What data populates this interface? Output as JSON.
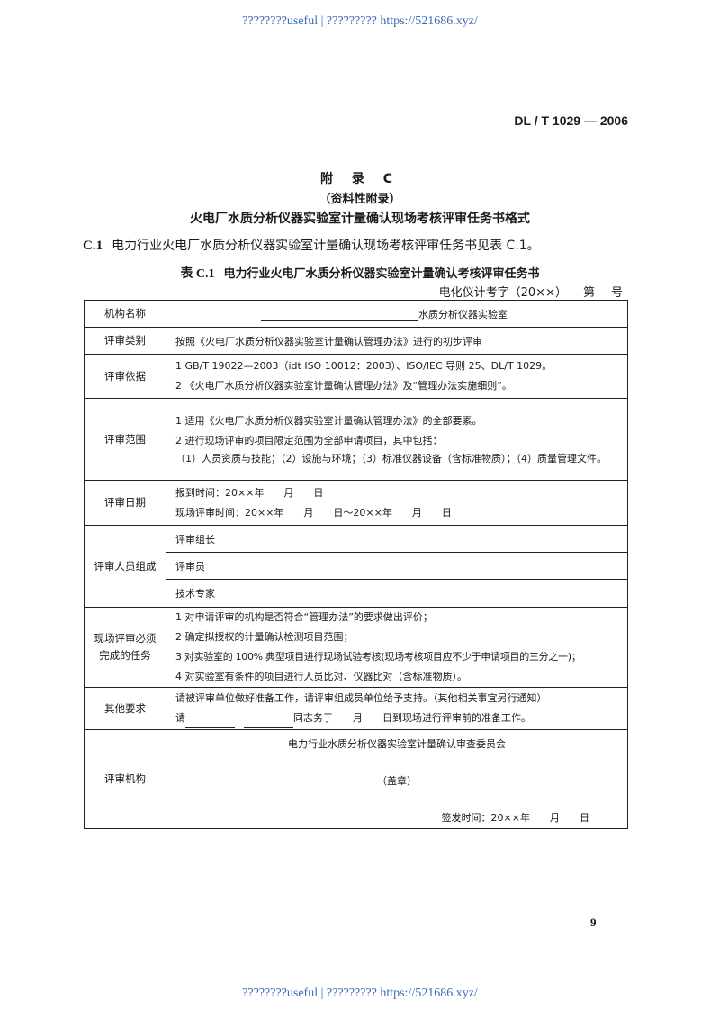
{
  "watermark": {
    "top": "????????useful | ????????? https://521686.xyz/",
    "bottom": "????????useful | ????????? https://521686.xyz/"
  },
  "header": {
    "standard_code": "DL / T 1029 — 2006"
  },
  "appendix": {
    "title": "附 录 C",
    "subtitle": "（资料性附录）",
    "heading": "火电厂水质分析仪器实验室计量确认现场考核评审任务书格式"
  },
  "clause": {
    "number": "C.1",
    "text": "电力行业火电厂水质分析仪器实验室计量确认现场考核评审任务书见表 C.1。"
  },
  "table_caption": {
    "number": "表 C.1",
    "text": "电力行业火电厂水质分析仪器实验室计量确认考核评审任务书"
  },
  "doc_number": {
    "prefix": "电化仪计考字（20××）",
    "di": "第",
    "hao": "号"
  },
  "table": {
    "rows": {
      "institution_name": {
        "label": "机构名称",
        "suffix": "水质分析仪器实验室"
      },
      "review_type": {
        "label": "评审类别",
        "text": "按照《火电厂水质分析仪器实验室计量确认管理办法》进行的初步评审"
      },
      "review_basis": {
        "label": "评审依据",
        "items": [
          "1  GB/T 19022—2003（idt ISO 10012：2003）、ISO/IEC 导则 25、DL/T 1029。",
          "2 《火电厂水质分析仪器实验室计量确认管理办法》及“管理办法实施细则”。"
        ]
      },
      "review_scope": {
        "label": "评审范围",
        "items": [
          "1  适用《火电厂水质分析仪器实验室计量确认管理办法》的全部要素。",
          "2  进行现场评审的项目限定范围为全部申请项目，其中包括：",
          "（1）人员资质与技能；（2）设施与环境；（3）标准仪器设备（含标准物质）；（4）质量管理文件。"
        ]
      },
      "review_date": {
        "label": "评审日期",
        "items": [
          "报到时间：20××年　　月　　日",
          "现场评审时间：20××年　　月　　日～20××年　　月　　日"
        ]
      },
      "review_team": {
        "label": "评审人员组成",
        "members": [
          "评审组长",
          "评审员",
          "技术专家"
        ]
      },
      "onsite_tasks": {
        "label_line1": "现场评审必须",
        "label_line2": "完成的任务",
        "items": [
          "1  对申请评审的机构是否符合“管理办法”的要求做出评价；",
          "2  确定拟授权的计量确认检测项目范围；",
          "3  对实验室的 100% 典型项目进行现场试验考核(现场考核项目应不少于申请项目的三分之一)；",
          "4  对实验室有条件的项目进行人员比对、仪器比对（含标准物质）。"
        ]
      },
      "other_requirements": {
        "label": "其他要求",
        "line1": "请被评审单位做好准备工作，请评审组成员单位给予支持。（其他相关事宜另行通知）",
        "line2_prefix": "请",
        "line2_middle": "同志务于　　月　　日到现场进行评审前的准备工作。"
      },
      "review_body": {
        "label": "评审机构",
        "org": "电力行业水质分析仪器实验室计量确认审查委员会",
        "seal": "（盖章）",
        "issue_date": "签发时间：20××年　　月　　日"
      }
    }
  },
  "footer": {
    "page_number": "9"
  }
}
